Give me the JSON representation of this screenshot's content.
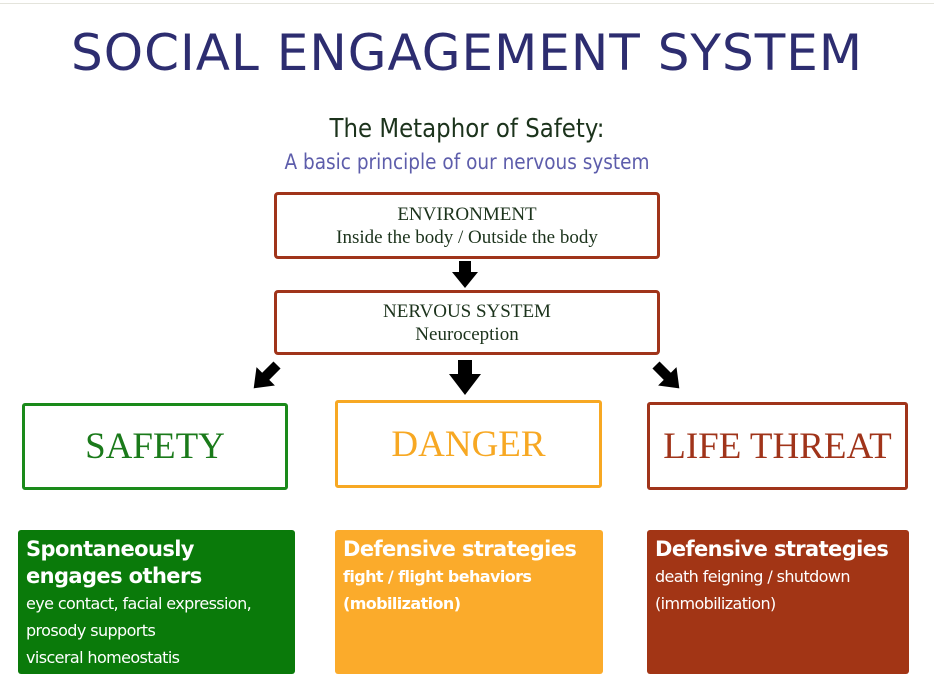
{
  "title": "SOCIAL ENGAGEMENT SYSTEM",
  "subtitle": "The Metaphor of Safety:",
  "principle": "A basic principle of our nervous system",
  "environment": {
    "heading": "ENVIRONMENT",
    "text": "Inside the body / Outside the body"
  },
  "nervous_system": {
    "heading": "NERVOUS SYSTEM",
    "text": "Neuroception"
  },
  "categories": [
    {
      "label": "SAFETY",
      "color": "#1a8a1a"
    },
    {
      "label": "DANGER",
      "color": "#f7a823"
    },
    {
      "label": "LIFE THREAT",
      "color": "#a0341a"
    }
  ],
  "panels": [
    {
      "heading_lines": [
        "Spontaneously",
        "engages others"
      ],
      "lines": [
        "eye contact, facial expression,",
        "prosody supports",
        "visceral homeostatis"
      ],
      "color": "#0a7a0a"
    },
    {
      "heading_lines": [
        "Defensive strategies"
      ],
      "lines": [
        "fight / flight behaviors",
        "(mobilization)"
      ],
      "color": "#fbab2b"
    },
    {
      "heading_lines": [
        "Defensive strategies"
      ],
      "lines": [
        "death feigning / shutdown",
        "(immobilization)"
      ],
      "color": "#a23515"
    }
  ]
}
